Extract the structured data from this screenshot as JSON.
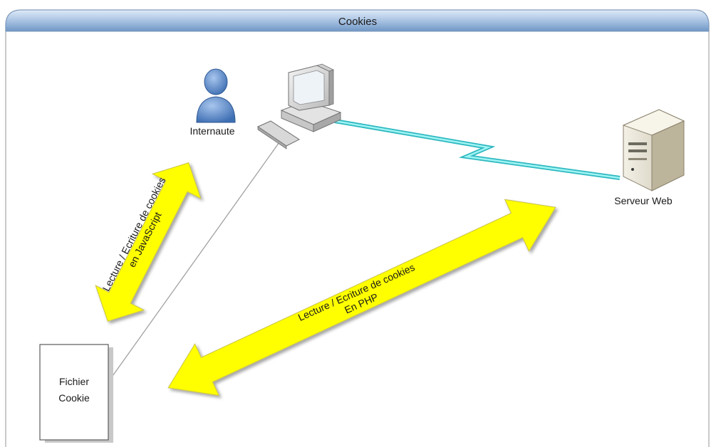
{
  "window": {
    "title": "Cookies"
  },
  "nodes": {
    "user": {
      "label": "Internaute"
    },
    "server": {
      "label": "Serveur Web"
    },
    "cookie_file": {
      "line1": "Fichier",
      "line2": "Cookie"
    }
  },
  "arrows": {
    "javascript": {
      "line1": "Lecture / Ecriture de cookies",
      "line2": "en JavaScript"
    },
    "php": {
      "line1": "Lecture / Ecriture de cookies",
      "line2": "En PHP"
    }
  },
  "colors": {
    "title_bar_top": "#d6e4f4",
    "title_bar_bottom": "#7fa3cc",
    "arrow_fill": "#ffff00",
    "network_link": "#33cccc",
    "user_icon": "#5b86c5"
  },
  "icons": [
    "user-icon",
    "computer-icon",
    "server-icon",
    "document-icon"
  ]
}
